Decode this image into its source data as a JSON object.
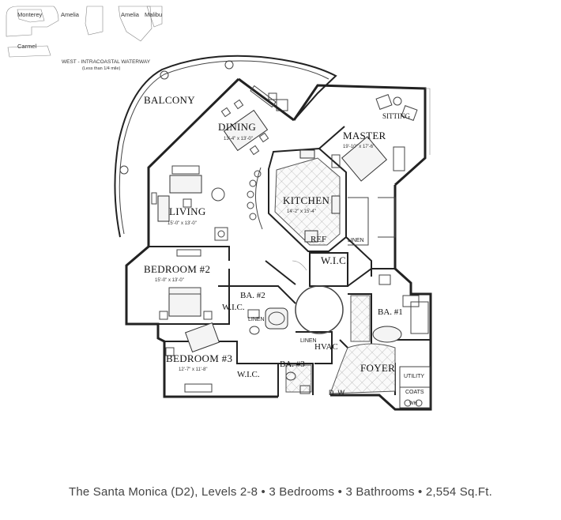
{
  "keymap": {
    "buildings": [
      "Monterey",
      "Amelia",
      "Amelia",
      "Malibu",
      "Carmel"
    ],
    "waterway": "WEST - INTRACOASTAL WATERWAY",
    "waterway_note": "(Less than 1/4 mile)"
  },
  "rooms": {
    "balcony": "BALCONY",
    "dining": "DINING",
    "dining_dim": "13'-4\" x 13'-0\"",
    "master": "MASTER",
    "master_dim": "19'-10\" x 17'-6\"",
    "sitting": "SITTING",
    "kitchen": "KITCHEN",
    "kitchen_dim": "14'-2\" x 15'-4\"",
    "living": "LIVING",
    "living_dim": "15'-0\" x 13'-0\"",
    "ref": "REF",
    "linen": "LINEN",
    "wic": "W.I.C.",
    "bedroom2": "BEDROOM #2",
    "bedroom2_dim": "15'-0\" x 13'-0\"",
    "wic2": "W.I.C.",
    "ba2": "BA. #2",
    "linen2": "LINEN",
    "ba1": "BA. #1",
    "bedroom3": "BEDROOM #3",
    "bedroom3_dim": "12'-7\" x 11'-8\"",
    "linen3": "LINEN",
    "hvac": "HVAC",
    "ba3": "BA. #3",
    "foyer": "FOYER",
    "wic3": "W.I.C.",
    "dw": "D. W.",
    "utility": "UTILITY",
    "coats": "COATS",
    "wh": "WH"
  },
  "caption": "The Santa Monica (D2), Levels 2-8 • 3 Bedrooms • 3 Bathrooms • 2,554 Sq.Ft."
}
